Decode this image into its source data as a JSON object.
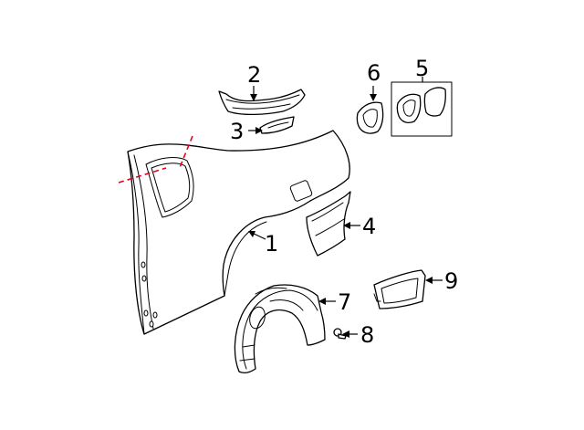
{
  "callouts": {
    "c1": "1",
    "c2": "2",
    "c3": "3",
    "c4": "4",
    "c5": "5",
    "c6": "6",
    "c7": "7",
    "c8": "8",
    "c9": "9"
  },
  "colors": {
    "line": "#000000",
    "cut_line": "#e8001c",
    "background": "#ffffff"
  }
}
